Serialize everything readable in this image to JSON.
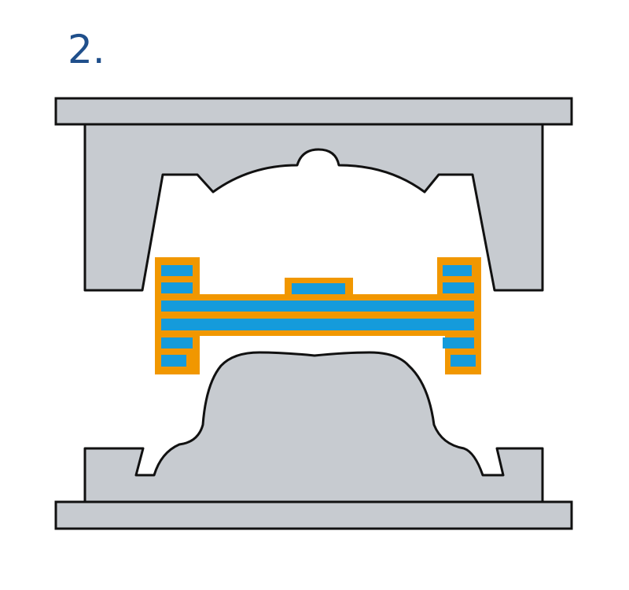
{
  "step_label": "2.",
  "colors": {
    "label": "#1f4f8b",
    "mold_fill": "#c7cbd0",
    "outline": "#111111",
    "wrap_orange": "#f19700",
    "core_blue": "#159bdb"
  },
  "components": [
    "upper-press-platen",
    "upper-mold-die",
    "layered-preform",
    "lower-mold-die",
    "lower-press-platen"
  ]
}
